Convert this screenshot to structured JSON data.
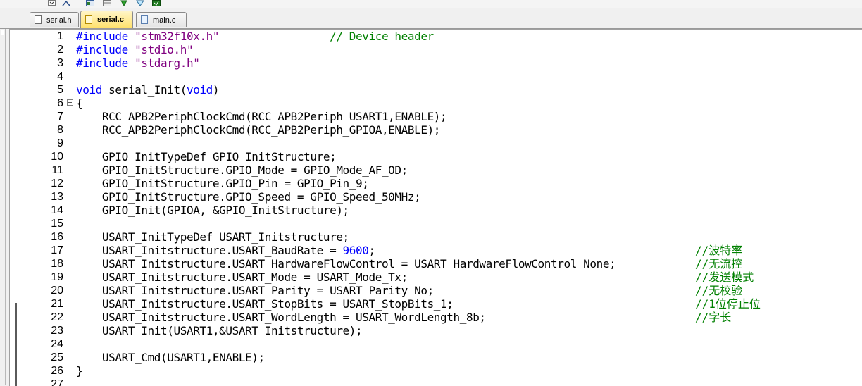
{
  "tabs": [
    {
      "label": "serial.h",
      "active": false,
      "type": "h"
    },
    {
      "label": "serial.c",
      "active": true,
      "type": "c"
    },
    {
      "label": "main.c",
      "active": false,
      "type": "c"
    }
  ],
  "colors": {
    "keyword": "#0000ff",
    "string": "#800080",
    "comment": "#008000",
    "active_tab": "#ffe16b"
  },
  "editor": {
    "lines": [
      {
        "n": "1",
        "parts": [
          [
            "pp",
            "#include "
          ],
          [
            "s",
            "\"stm32f10x.h\""
          ]
        ],
        "tail": [
          [
            "g",
            "                 // Device header"
          ]
        ]
      },
      {
        "n": "2",
        "parts": [
          [
            "pp",
            "#include "
          ],
          [
            "s",
            "\"stdio.h\""
          ]
        ]
      },
      {
        "n": "3",
        "parts": [
          [
            "pp",
            "#include "
          ],
          [
            "s",
            "\"stdarg.h\""
          ]
        ]
      },
      {
        "n": "4",
        "parts": []
      },
      {
        "n": "5",
        "parts": [
          [
            "k",
            "void"
          ],
          [
            "t",
            " serial_Init("
          ],
          [
            "k",
            "void"
          ],
          [
            "t",
            ")"
          ]
        ]
      },
      {
        "n": "6",
        "parts": [
          [
            "t",
            "{"
          ]
        ],
        "fold": "box"
      },
      {
        "n": "7",
        "parts": [
          [
            "t",
            "    RCC_APB2PeriphClockCmd(RCC_APB2Periph_USART1,ENABLE);"
          ]
        ],
        "fold": "line"
      },
      {
        "n": "8",
        "parts": [
          [
            "t",
            "    RCC_APB2PeriphClockCmd(RCC_APB2Periph_GPIOA,ENABLE);"
          ]
        ],
        "fold": "line"
      },
      {
        "n": "9",
        "parts": [],
        "fold": "line"
      },
      {
        "n": "10",
        "parts": [
          [
            "t",
            "    GPIO_InitTypeDef GPIO_InitStructure;"
          ]
        ],
        "fold": "line"
      },
      {
        "n": "11",
        "parts": [
          [
            "t",
            "    GPIO_InitStructure.GPIO_Mode = GPIO_Mode_AF_OD;"
          ]
        ],
        "fold": "line"
      },
      {
        "n": "12",
        "parts": [
          [
            "t",
            "    GPIO_InitStructure.GPIO_Pin = GPIO_Pin_9;"
          ]
        ],
        "fold": "line"
      },
      {
        "n": "13",
        "parts": [
          [
            "t",
            "    GPIO_InitStructure.GPIO_Speed = GPIO_Speed_50MHz;"
          ]
        ],
        "fold": "line"
      },
      {
        "n": "14",
        "parts": [
          [
            "t",
            "    GPIO_Init(GPIOA, &GPIO_InitStructure);"
          ]
        ],
        "fold": "line"
      },
      {
        "n": "15",
        "parts": [],
        "fold": "line"
      },
      {
        "n": "16",
        "parts": [
          [
            "t",
            "    USART_InitTypeDef USART_Initstructure;"
          ]
        ],
        "fold": "line"
      },
      {
        "n": "17",
        "parts": [
          [
            "t",
            "    USART_Initstructure.USART_BaudRate = "
          ],
          [
            "n",
            "9600"
          ],
          [
            "t",
            ";"
          ]
        ],
        "comment": "//波特率",
        "fold": "line"
      },
      {
        "n": "18",
        "parts": [
          [
            "t",
            "    USART_Initstructure.USART_HardwareFlowControl = USART_HardwareFlowControl_None;"
          ]
        ],
        "comment": "//无流控",
        "fold": "line"
      },
      {
        "n": "19",
        "parts": [
          [
            "t",
            "    USART_Initstructure.USART_Mode = USART_Mode_Tx;"
          ]
        ],
        "comment": "//发送模式",
        "fold": "line"
      },
      {
        "n": "20",
        "parts": [
          [
            "t",
            "    USART_Initstructure.USART_Parity = USART_Parity_No;"
          ]
        ],
        "comment": "//无校验",
        "fold": "line"
      },
      {
        "n": "21",
        "parts": [
          [
            "t",
            "    USART_Initstructure.USART_StopBits = USART_StopBits_1;"
          ]
        ],
        "comment": "//1位停止位",
        "fold": "line"
      },
      {
        "n": "22",
        "parts": [
          [
            "t",
            "    USART_Initstructure.USART_WordLength = USART_WordLength_8b;"
          ]
        ],
        "comment": "//字长",
        "fold": "line"
      },
      {
        "n": "23",
        "parts": [
          [
            "t",
            "    USART_Init(USART1,&USART_Initstructure);"
          ]
        ],
        "fold": "line"
      },
      {
        "n": "24",
        "parts": [],
        "fold": "line"
      },
      {
        "n": "25",
        "parts": [
          [
            "t",
            "    USART_Cmd(USART1,ENABLE);"
          ]
        ],
        "fold": "line"
      },
      {
        "n": "26",
        "parts": [
          [
            "t",
            "}"
          ]
        ],
        "fold": "end"
      },
      {
        "n": "27",
        "parts": []
      }
    ]
  }
}
